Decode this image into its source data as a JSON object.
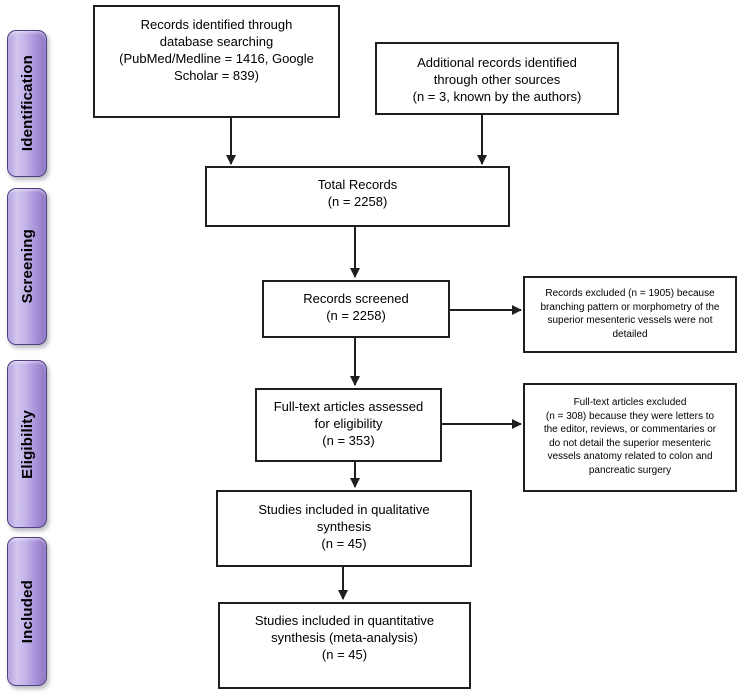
{
  "stages": [
    {
      "label": "Identification"
    },
    {
      "label": "Screening"
    },
    {
      "label": "Eligibility"
    },
    {
      "label": "Included"
    }
  ],
  "nodes": {
    "records_identified": {
      "text": "Records identified through\ndatabase searching\n(PubMed/Medline = 1416, Google\nScholar = 839)"
    },
    "additional_records": {
      "text": "Additional records identified\nthrough other sources\n(n = 3, known by the authors)"
    },
    "total_records": {
      "text": "Total Records\n(n = 2258)"
    },
    "records_screened": {
      "text": "Records screened\n(n = 2258)"
    },
    "records_excluded": {
      "text": "Records excluded (n = 1905) because\nbranching pattern or morphometry of the\nsuperior mesenteric vessels were not\ndetailed"
    },
    "fulltext_assessed": {
      "text": "Full-text articles assessed\nfor eligibility\n(n = 353)"
    },
    "fulltext_excluded": {
      "text": "Full-text articles excluded\n(n = 308) because they were letters to\nthe editor, reviews, or commentaries or\ndo not detail the superior mesenteric\nvessels anatomy related to colon and\npancreatic surgery"
    },
    "qualitative_synthesis": {
      "text": "Studies included in qualitative\nsynthesis\n(n = 45)"
    },
    "quantitative_synthesis": {
      "text": "Studies included in quantitative\nsynthesis (meta-analysis)\n(n = 45)"
    }
  },
  "colors": {
    "stage_bar_fill": "#b7a4e3",
    "stage_bar_highlight": "#d2c5ef",
    "stage_bar_shadow_edge": "#8e77c3",
    "stage_bar_outline": "#4f3f80",
    "box_border": "#1f1f1f",
    "connector": "#1f1f1f",
    "text": "#000000",
    "background": "#ffffff"
  }
}
